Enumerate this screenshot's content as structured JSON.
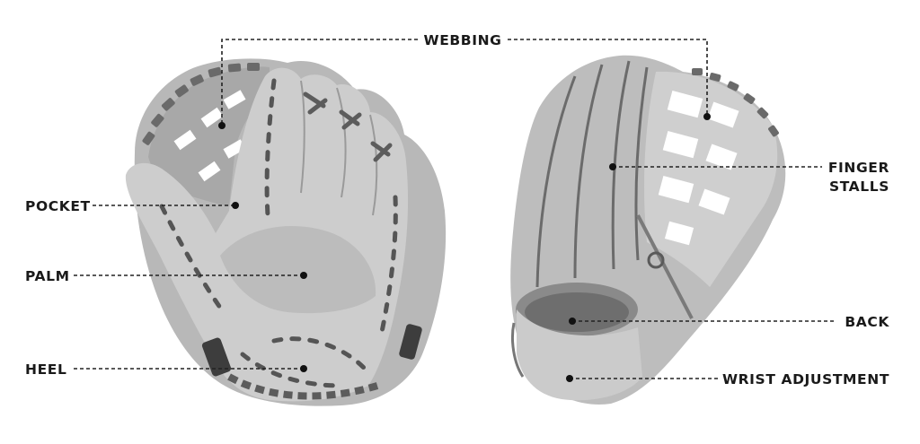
{
  "labels": {
    "webbing": "WEBBING",
    "pocket": "POCKET",
    "palm": "PALM",
    "heel": "HEEL",
    "finger_stalls_line1": "FINGER",
    "finger_stalls_line2": "STALLS",
    "back": "BACK",
    "wrist_adjustment": "WRIST ADJUSTMENT"
  },
  "colors": {
    "leather_light": "#c9c9c9",
    "leather_mid": "#b3b3b3",
    "leather_dark": "#8f8f8f",
    "lace": "#5c5c5c",
    "strap": "#3d3d3d",
    "text": "#1a1a1a"
  }
}
